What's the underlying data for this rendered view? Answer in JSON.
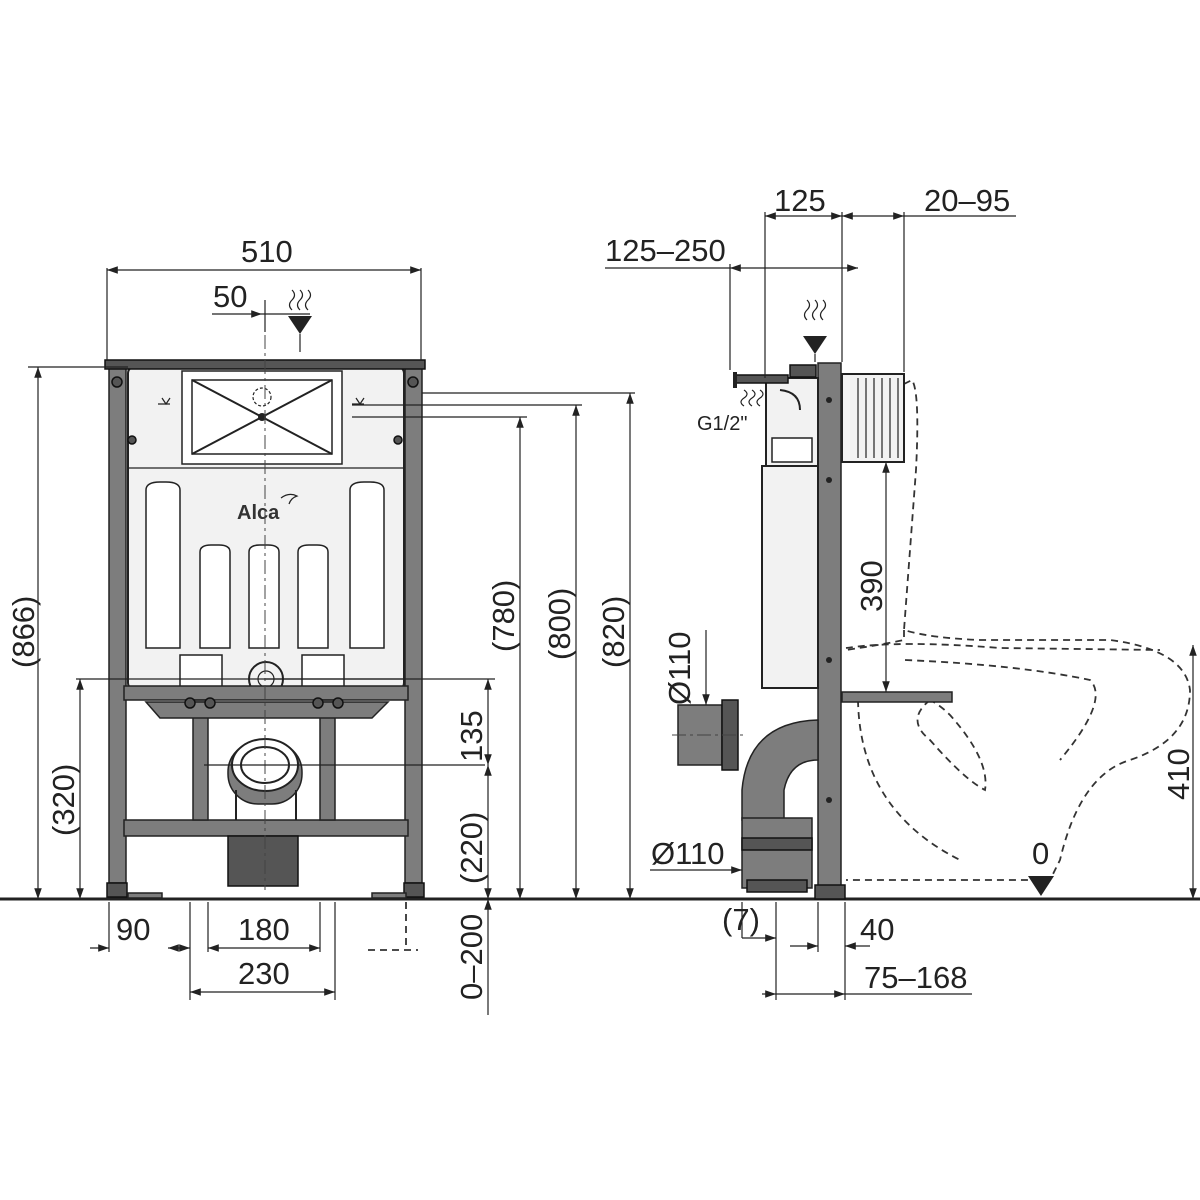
{
  "brand": "Alca",
  "front_view": {
    "width_total": "510",
    "flush_offset": "50",
    "height_866": "(866)",
    "height_320": "(320)",
    "height_780": "(780)",
    "height_800": "(800)",
    "height_820": "(820)",
    "dim_135": "135",
    "dim_220": "(220)",
    "dim_0_200": "0–200",
    "dim_90": "90",
    "dim_180": "180",
    "dim_230": "230"
  },
  "side_view": {
    "dim_125": "125",
    "dim_20_95": "20–95",
    "dim_125_250": "125–250",
    "thread": "G1/2\"",
    "dim_390": "390",
    "dim_410": "410",
    "pipe_top": "Ø110",
    "pipe_bottom": "Ø110",
    "dim_7": "(7)",
    "dim_40": "40",
    "dim_75_168": "75–168",
    "floor_zero": "0"
  }
}
